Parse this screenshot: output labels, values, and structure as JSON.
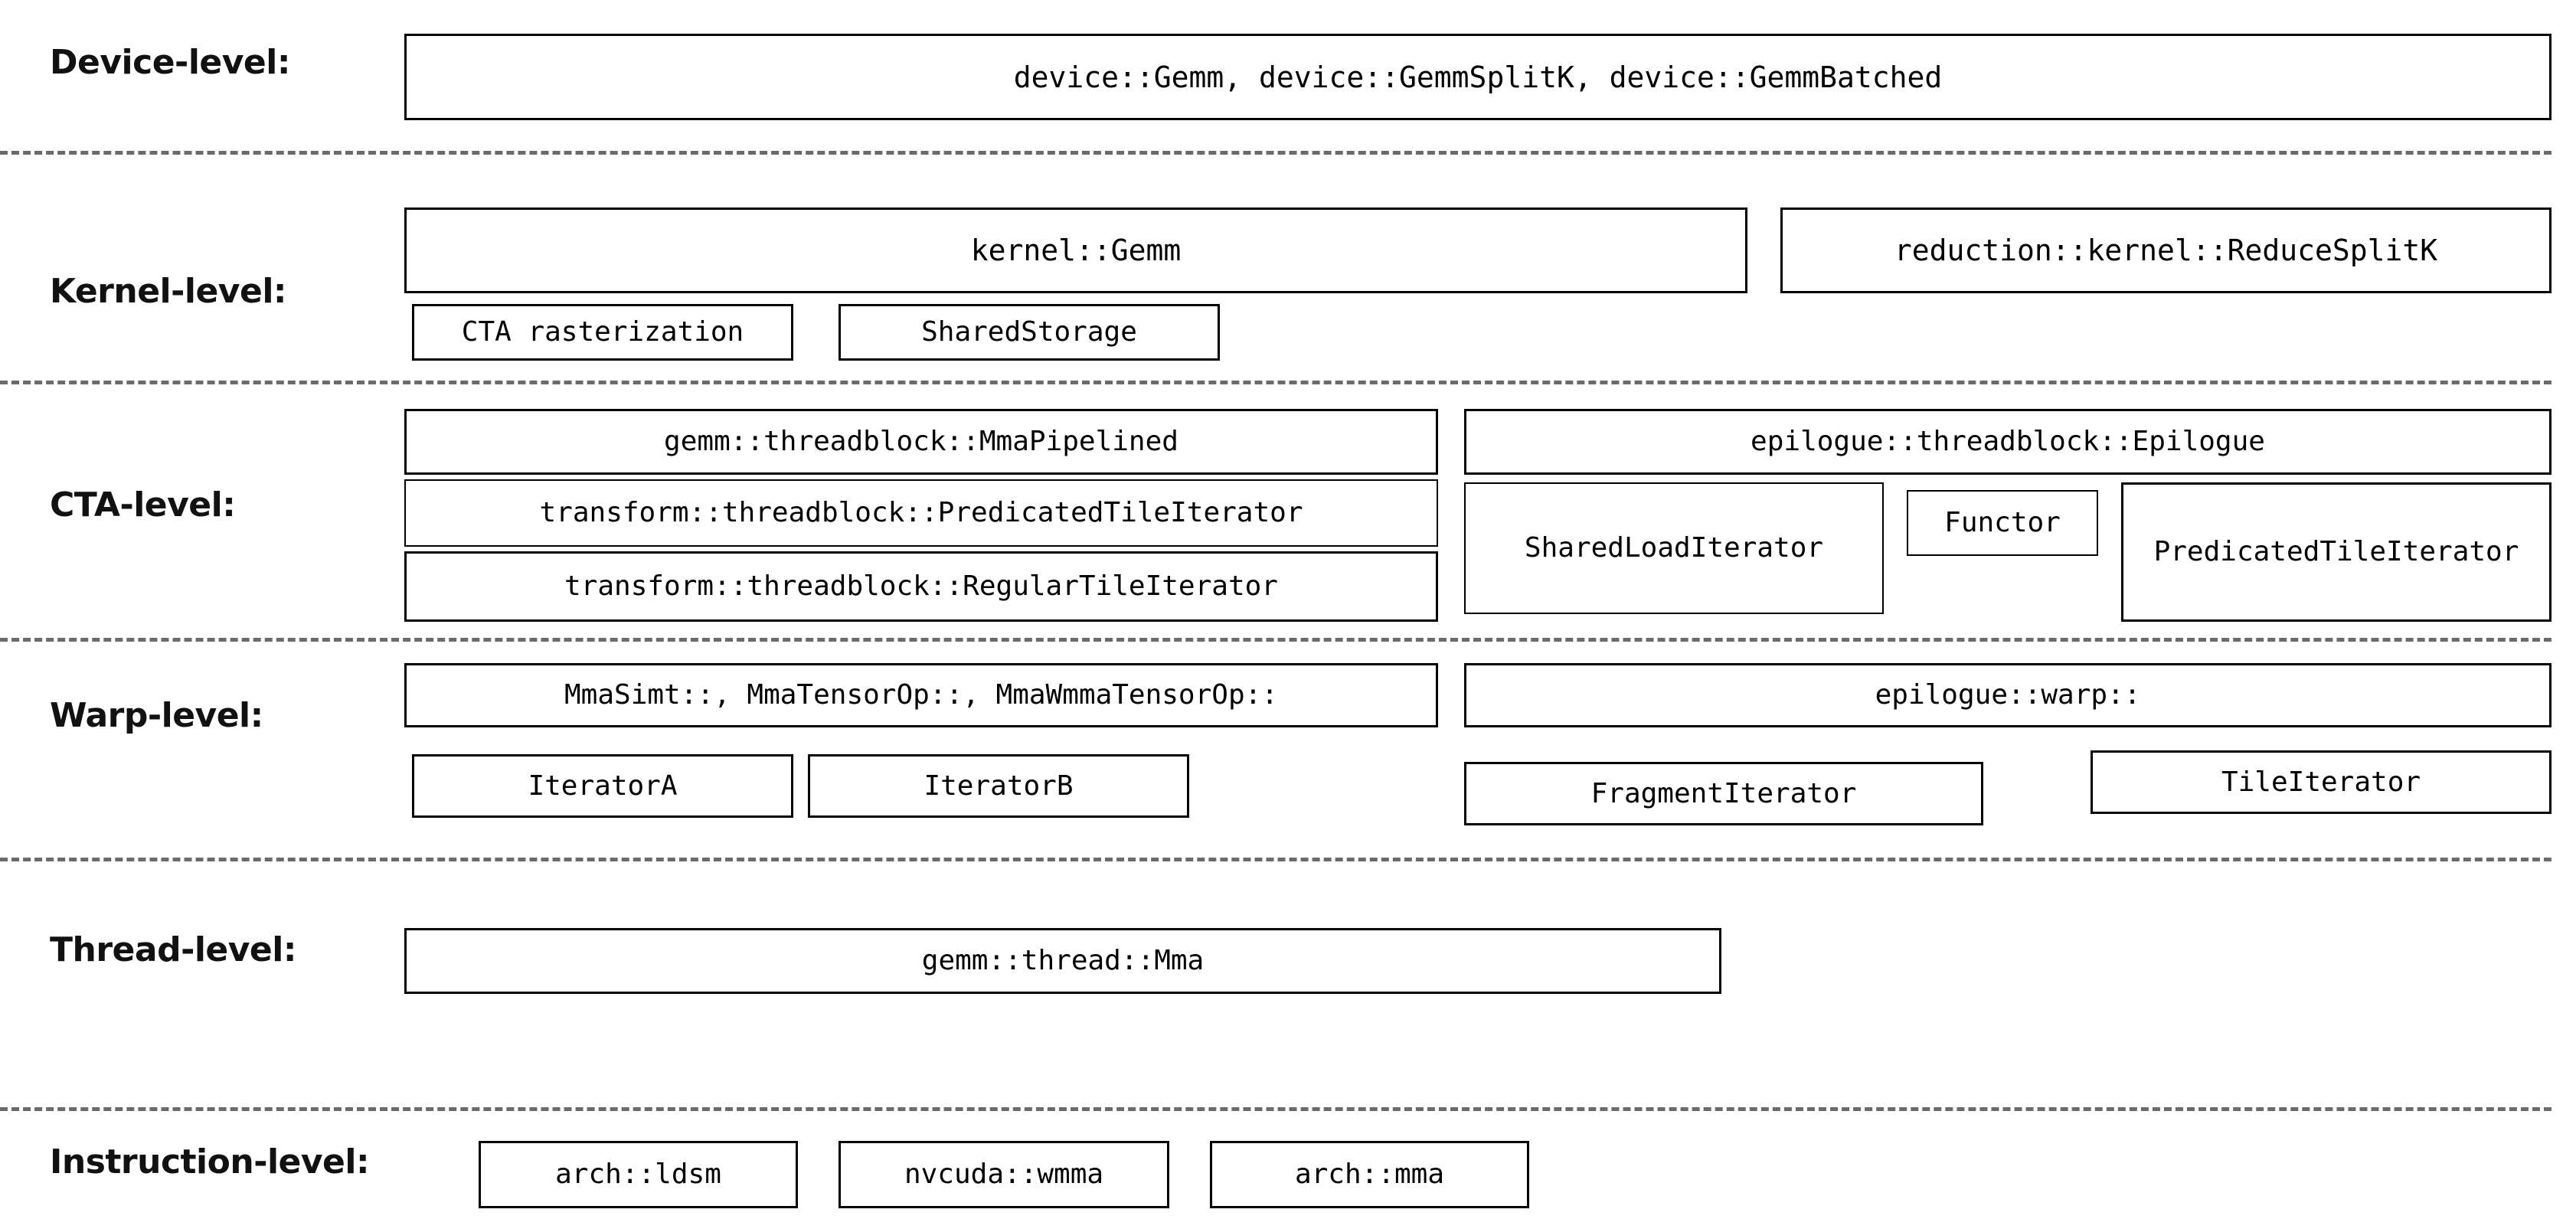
{
  "diagram": {
    "title": "CUTLASS GEMM template hierarchy",
    "separator_color": "#6b6b6b",
    "box_border_color": "#000000",
    "background": "#ffffff"
  },
  "levels": [
    {
      "id": "device",
      "label": "Device-level:",
      "boxes": [
        {
          "name": "device-gemm-box",
          "text": "device::Gemm, device::GemmSplitK, device::GemmBatched"
        }
      ]
    },
    {
      "id": "kernel",
      "label": "Kernel-level:",
      "boxes": [
        {
          "name": "kernel-gemm-box",
          "text": "kernel::Gemm"
        },
        {
          "name": "reduction-kernel-reducesplitk-box",
          "text": "reduction::kernel::ReduceSplitK"
        },
        {
          "name": "cta-rasterization-box",
          "text": "CTA rasterization"
        },
        {
          "name": "shared-storage-box",
          "text": "SharedStorage"
        }
      ]
    },
    {
      "id": "cta",
      "label": "CTA-level:",
      "boxes": [
        {
          "name": "gemm-threadblock-mmapipelined-box",
          "text": "gemm::threadblock::MmaPipelined"
        },
        {
          "name": "transform-threadblock-predicatedtileiterator-box",
          "text": "transform::threadblock::PredicatedTileIterator"
        },
        {
          "name": "transform-threadblock-regulartileiterator-box",
          "text": "transform::threadblock::RegularTileIterator"
        },
        {
          "name": "epilogue-threadblock-epilogue-box",
          "text": "epilogue::threadblock::Epilogue"
        },
        {
          "name": "shared-load-iterator-box",
          "text": "SharedLoadIterator"
        },
        {
          "name": "functor-box",
          "text": "Functor"
        },
        {
          "name": "predicated-tile-iterator-box",
          "text": "PredicatedTileIterator"
        }
      ]
    },
    {
      "id": "warp",
      "label": "Warp-level:",
      "boxes": [
        {
          "name": "mma-ops-box",
          "text": "MmaSimt::, MmaTensorOp::, MmaWmmaTensorOp::"
        },
        {
          "name": "epilogue-warp-box",
          "text": "epilogue::warp::"
        },
        {
          "name": "iterator-a-box",
          "text": "IteratorA"
        },
        {
          "name": "iterator-b-box",
          "text": "IteratorB"
        },
        {
          "name": "fragment-iterator-box",
          "text": "FragmentIterator"
        },
        {
          "name": "tile-iterator-box",
          "text": "TileIterator"
        }
      ]
    },
    {
      "id": "thread",
      "label": "Thread-level:",
      "boxes": [
        {
          "name": "gemm-thread-mma-box",
          "text": "gemm::thread::Mma"
        }
      ]
    },
    {
      "id": "instruction",
      "label": "Instruction-level:",
      "boxes": [
        {
          "name": "arch-ldsm-box",
          "text": "arch::ldsm"
        },
        {
          "name": "nvcuda-wmma-box",
          "text": "nvcuda::wmma"
        },
        {
          "name": "arch-mma-box",
          "text": "arch::mma"
        }
      ]
    }
  ]
}
